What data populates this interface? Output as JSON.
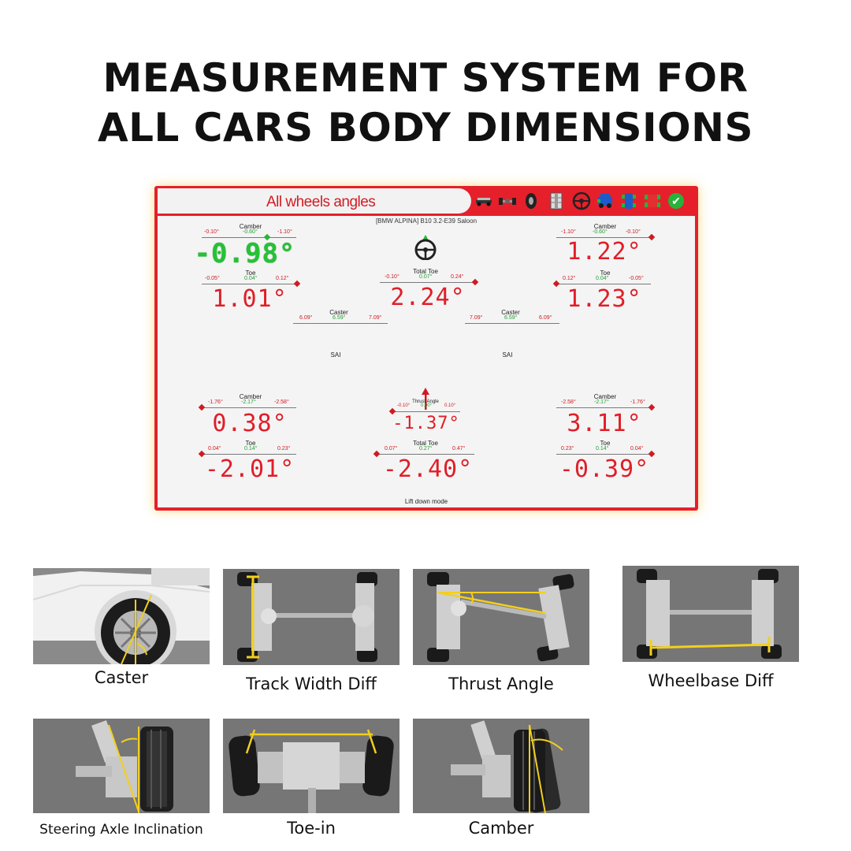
{
  "headline": {
    "line1": "MEASUREMENT SYSTEM FOR",
    "line2": "ALL CARS BODY DIMENSIONS"
  },
  "screen": {
    "title": "All wheels angles",
    "vehicle": "[BMW ALPINA] B10 3.2-E39 Saloon",
    "mode": "Lift down mode",
    "toolbar_icons": [
      "car-lift-icon",
      "axle-icon",
      "tire-icon",
      "rim-icon",
      "steering-wheel-icon",
      "car-front-icon",
      "car-side-icon",
      "car-rear-icon",
      "confirm-check-icon"
    ],
    "labels": {
      "camber": "Camber",
      "toe": "Toe",
      "total_toe": "Total Toe",
      "caster": "Caster",
      "sai": "SAI",
      "thrust_angle": "Thrust Angle"
    },
    "front_left": {
      "camber": {
        "value": "-0.98°",
        "min": "-0.10°",
        "mid": "-0.60°",
        "max": "-1.10°",
        "in_range": true
      },
      "toe": {
        "value": "1.01°",
        "min": "-0.05°",
        "mid": "0.04°",
        "max": "0.12°"
      }
    },
    "front_right": {
      "camber": {
        "value": "1.22°",
        "min": "-1.10°",
        "mid": "-0.60°",
        "max": "-0.10°"
      },
      "toe": {
        "value": "1.23°",
        "min": "0.12°",
        "mid": "0.04°",
        "max": "-0.05°"
      }
    },
    "front_total_toe": {
      "value": "2.24°",
      "min": "-0.10°",
      "mid": "0.07°",
      "max": "0.24°"
    },
    "caster_left": {
      "min": "6.09°",
      "mid": "6.59°",
      "max": "7.09°"
    },
    "caster_right": {
      "min": "7.09°",
      "mid": "6.59°",
      "max": "6.09°"
    },
    "rear_left": {
      "camber": {
        "value": "0.38°",
        "min": "-1.76°",
        "mid": "-2.17°",
        "max": "-2.58°"
      },
      "toe": {
        "value": "-2.01°",
        "min": "0.04°",
        "mid": "0.14°",
        "max": "0.23°"
      }
    },
    "rear_right": {
      "camber": {
        "value": "3.11°",
        "min": "-2.58°",
        "mid": "-2.17°",
        "max": "-1.76°"
      },
      "toe": {
        "value": "-0.39°",
        "min": "0.23°",
        "mid": "0.14°",
        "max": "0.04°"
      }
    },
    "thrust": {
      "value": "-1.37°",
      "min": "-0.10°",
      "mid": "0.00°",
      "max": "0.10°"
    },
    "rear_total_toe": {
      "value": "-2.40°",
      "min": "0.07°",
      "mid": "0.27°",
      "max": "0.47°"
    }
  },
  "diagrams": [
    {
      "label": "Caster",
      "icon": "caster-diagram"
    },
    {
      "label": "Track Width Diff",
      "icon": "track-width-diagram"
    },
    {
      "label": "Thrust Angle",
      "icon": "thrust-angle-diagram"
    },
    {
      "label": "Wheelbase Diff",
      "icon": "wheelbase-diagram"
    },
    {
      "label": "Steering Axle Inclination",
      "icon": "steering-axle-diagram"
    },
    {
      "label": "Toe-in",
      "icon": "toe-in-diagram"
    },
    {
      "label": "Camber",
      "icon": "camber-diagram"
    }
  ],
  "colors": {
    "screen_red": "#e5202b",
    "value_red": "#e01e28",
    "in_range_green": "#25c235",
    "accent_yellow": "#f2cf1e"
  }
}
